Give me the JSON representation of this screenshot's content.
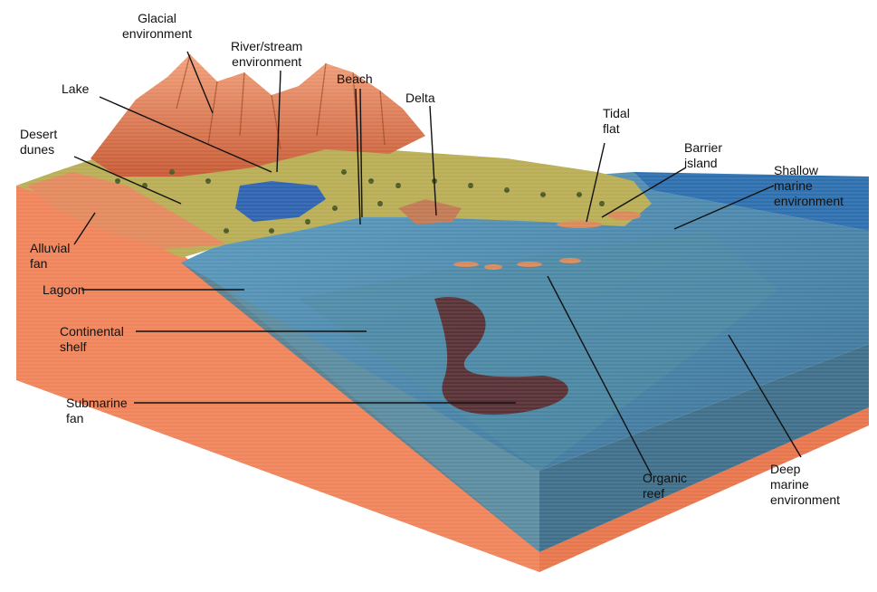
{
  "figure": {
    "colors": {
      "rock_front": "#f0845a",
      "rock_side": "#e56a45",
      "mountain": "#d9744c",
      "land": "#b9ad55",
      "vegetation": "#4d5a26",
      "sea_shallow": "#4f93ad",
      "sea_deep": "#3f7898",
      "open_ocean": "#2e6fae",
      "lake": "#2f64b0",
      "fan": "#5a2323",
      "leader": "#111111"
    },
    "labels": {
      "glacial": [
        "Glacial",
        "environment"
      ],
      "river": [
        "River/stream",
        "environment"
      ],
      "beach": [
        "Beach"
      ],
      "lake": [
        "Lake"
      ],
      "delta": [
        "Delta"
      ],
      "tidal": [
        "Tidal",
        "flat"
      ],
      "barrier": [
        "Barrier",
        "island"
      ],
      "desert": [
        "Desert",
        "dunes"
      ],
      "shallow": [
        "Shallow",
        "marine",
        "environment"
      ],
      "alluvial": [
        "Alluvial",
        "fan"
      ],
      "lagoon": [
        "Lagoon"
      ],
      "shelf": [
        "Continental",
        "shelf"
      ],
      "submarine": [
        "Submarine",
        "fan"
      ],
      "reef": [
        "Organic",
        "reef"
      ],
      "deep": [
        "Deep",
        "marine",
        "environment"
      ]
    }
  }
}
